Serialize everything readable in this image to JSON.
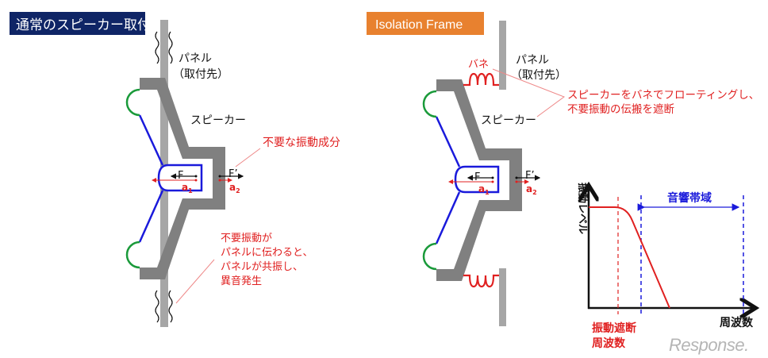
{
  "colors": {
    "navy": "#0f2566",
    "orange": "#e8812f",
    "gray": "#808080",
    "panel": "#a6a6a6",
    "blue": "#1a1adb",
    "green": "#1a9a3a",
    "red": "#e02020",
    "black": "#111111"
  },
  "left": {
    "title": "通常のスピーカー取付",
    "panel_label": "パネル",
    "panel_sub": "（取付先）",
    "speaker_label": "スピーカー",
    "force_label": "F",
    "accel_label": "a",
    "accel_sub": "1",
    "force2_label": "F’",
    "accel2_label": "a",
    "accel2_sub": "2",
    "note1": "不要な振動成分",
    "note2": [
      "不要振動が",
      "パネルに伝わると、",
      "パネルが共振し、",
      "異音発生"
    ]
  },
  "right": {
    "title": "Isolation Frame",
    "spring_label": "バネ",
    "panel_label": "パネル",
    "panel_sub": "（取付先）",
    "speaker_label": "スピーカー",
    "force_label": "F",
    "accel_label": "a",
    "accel_sub": "1",
    "force2_label": "F’",
    "accel2_label": "a",
    "accel2_sub": "2",
    "note": [
      "スピーカーをバネでフローティングし、",
      "不要振動の伝搬を遮断"
    ],
    "graph": {
      "ylabel": "振動レベル",
      "xlabel": "周波数",
      "band_label": "音響帯域",
      "cutoff_label": [
        "振動遮断",
        "周波数"
      ]
    }
  },
  "watermark": "Response."
}
